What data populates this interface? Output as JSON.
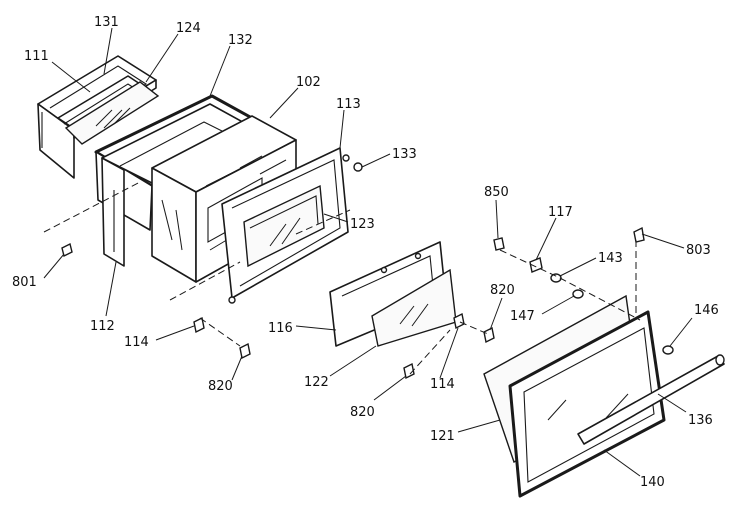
{
  "labels": {
    "l111": "111",
    "l131": "131",
    "l124": "124",
    "l132": "132",
    "l102": "102",
    "l113": "113",
    "l133": "133",
    "l850": "850",
    "l117": "117",
    "l123": "123",
    "l803": "803",
    "l801": "801",
    "l143": "143",
    "l820a": "820",
    "l112": "112",
    "l146": "146",
    "l147": "147",
    "l116": "116",
    "l114a": "114",
    "l122": "122",
    "l114b": "114",
    "l820b": "820",
    "l820c": "820",
    "l121": "121",
    "l136": "136",
    "l140": "140"
  }
}
